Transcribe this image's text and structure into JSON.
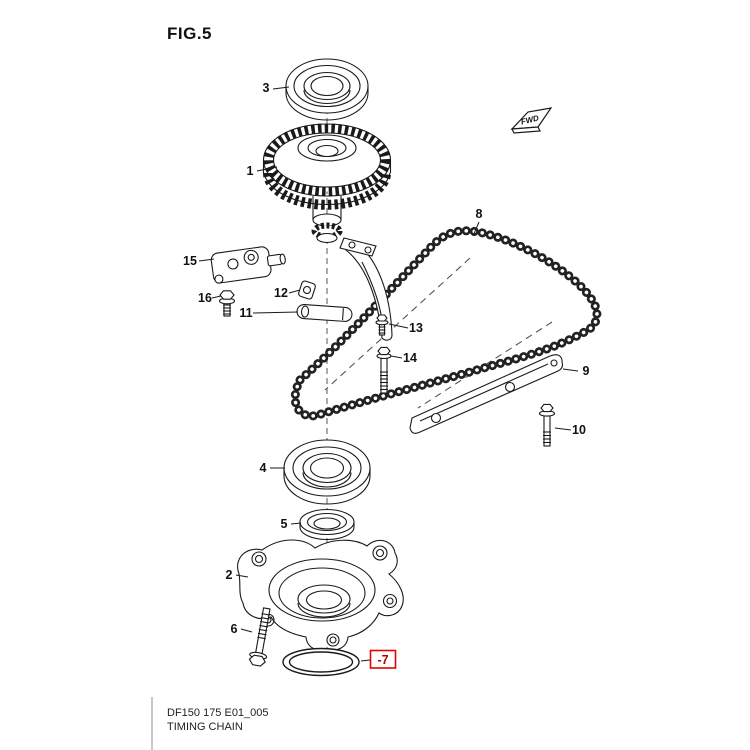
{
  "page": {
    "title": "FIG.5",
    "footer_code": "DF150 175 E01_005",
    "footer_name": "TIMING CHAIN"
  },
  "fwd_marker": {
    "label": "FWD"
  },
  "colors": {
    "highlight": "#e60000",
    "line": "#1a1a1a",
    "callout_highlight_text": "#b00000"
  },
  "highlighted_part": "-7",
  "parts": [
    {
      "num": "1"
    },
    {
      "num": "2"
    },
    {
      "num": "3"
    },
    {
      "num": "4"
    },
    {
      "num": "5"
    },
    {
      "num": "6"
    },
    {
      "num": "-7",
      "highlighted": true
    },
    {
      "num": "8"
    },
    {
      "num": "9"
    },
    {
      "num": "10"
    },
    {
      "num": "11"
    },
    {
      "num": "12"
    },
    {
      "num": "13"
    },
    {
      "num": "14"
    },
    {
      "num": "15"
    },
    {
      "num": "16"
    }
  ]
}
